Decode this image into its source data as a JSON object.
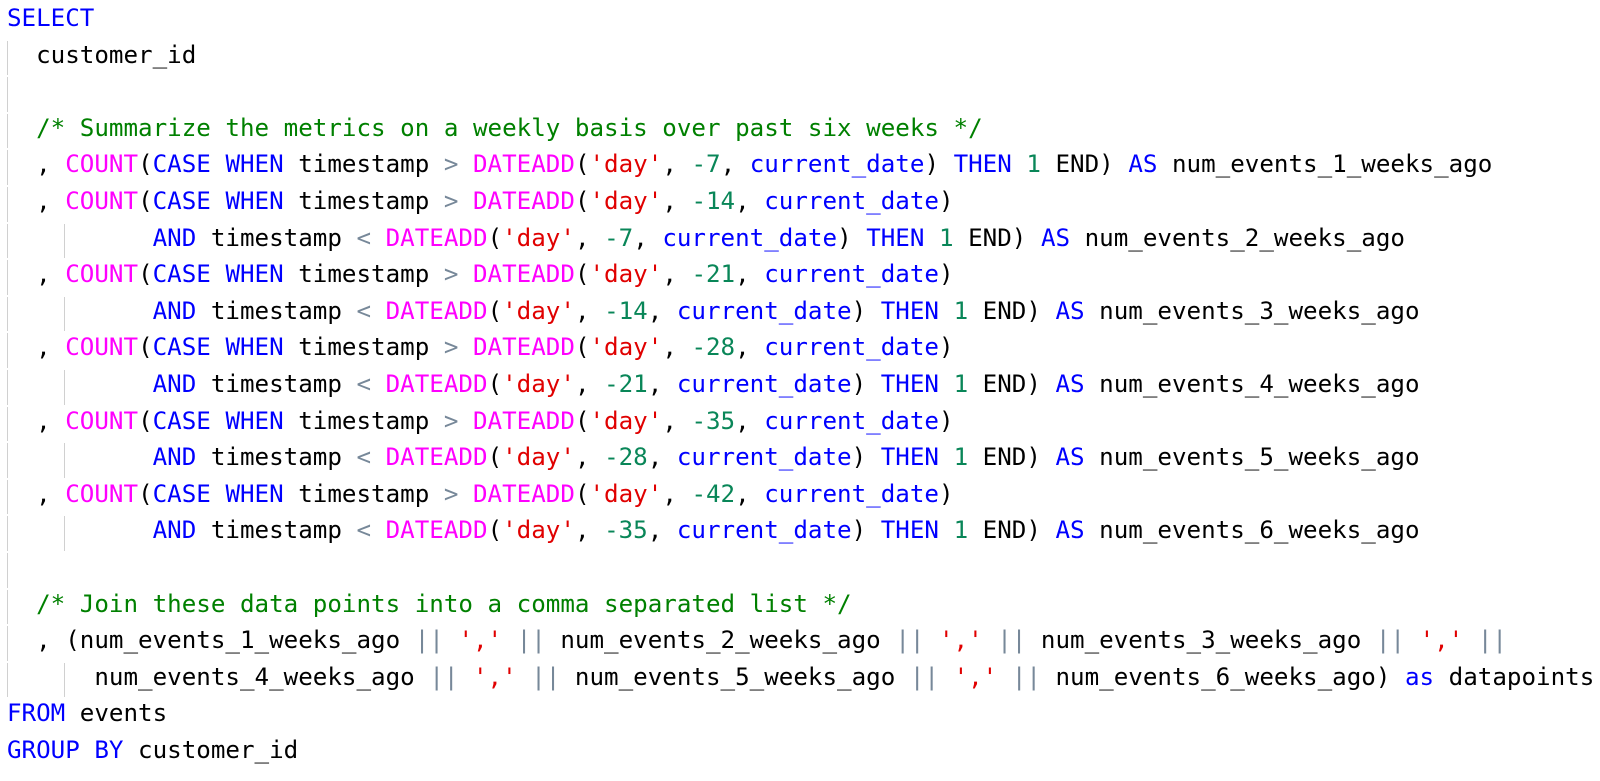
{
  "editor": {
    "language": "sql",
    "colors": {
      "background": "#ffffff",
      "keyword": "#0000ff",
      "function": "#ff00ff",
      "string": "#e00000",
      "number": "#098658",
      "operator": "#778899",
      "comment": "#008000",
      "identifier": "#000000",
      "indent_guide": "#d0d0d0"
    },
    "lines": [
      {
        "guides": [],
        "tokens": [
          [
            "keyword",
            "SELECT"
          ]
        ]
      },
      {
        "guides": [
          1
        ],
        "tokens": [
          [
            "ident",
            "  customer_id"
          ]
        ]
      },
      {
        "guides": [
          1
        ],
        "tokens": []
      },
      {
        "guides": [
          1
        ],
        "tokens": [
          [
            "comment",
            "  /* Summarize the metrics on a weekly basis over past six weeks */"
          ]
        ]
      },
      {
        "guides": [
          1
        ],
        "tokens": [
          [
            "punct",
            "  , "
          ],
          [
            "func",
            "COUNT"
          ],
          [
            "punct",
            "("
          ],
          [
            "keyword",
            "CASE"
          ],
          [
            "punct",
            " "
          ],
          [
            "keyword",
            "WHEN"
          ],
          [
            "ident",
            " timestamp "
          ],
          [
            "op",
            ">"
          ],
          [
            "punct",
            " "
          ],
          [
            "func",
            "DATEADD"
          ],
          [
            "punct",
            "("
          ],
          [
            "string",
            "'day'"
          ],
          [
            "punct",
            ", "
          ],
          [
            "number",
            "-7"
          ],
          [
            "punct",
            ", "
          ],
          [
            "keyword",
            "current_date"
          ],
          [
            "punct",
            ") "
          ],
          [
            "keyword",
            "THEN"
          ],
          [
            "punct",
            " "
          ],
          [
            "number",
            "1"
          ],
          [
            "ident",
            " END) "
          ],
          [
            "keyword",
            "AS"
          ],
          [
            "ident",
            " num_events_1_weeks_ago"
          ]
        ]
      },
      {
        "guides": [
          1
        ],
        "tokens": [
          [
            "punct",
            "  , "
          ],
          [
            "func",
            "COUNT"
          ],
          [
            "punct",
            "("
          ],
          [
            "keyword",
            "CASE"
          ],
          [
            "punct",
            " "
          ],
          [
            "keyword",
            "WHEN"
          ],
          [
            "ident",
            " timestamp "
          ],
          [
            "op",
            ">"
          ],
          [
            "punct",
            " "
          ],
          [
            "func",
            "DATEADD"
          ],
          [
            "punct",
            "("
          ],
          [
            "string",
            "'day'"
          ],
          [
            "punct",
            ", "
          ],
          [
            "number",
            "-14"
          ],
          [
            "punct",
            ", "
          ],
          [
            "keyword",
            "current_date"
          ],
          [
            "punct",
            ")"
          ]
        ]
      },
      {
        "guides": [
          1,
          2
        ],
        "tokens": [
          [
            "punct",
            "          "
          ],
          [
            "keyword",
            "AND"
          ],
          [
            "ident",
            " timestamp "
          ],
          [
            "op",
            "<"
          ],
          [
            "punct",
            " "
          ],
          [
            "func",
            "DATEADD"
          ],
          [
            "punct",
            "("
          ],
          [
            "string",
            "'day'"
          ],
          [
            "punct",
            ", "
          ],
          [
            "number",
            "-7"
          ],
          [
            "punct",
            ", "
          ],
          [
            "keyword",
            "current_date"
          ],
          [
            "punct",
            ") "
          ],
          [
            "keyword",
            "THEN"
          ],
          [
            "punct",
            " "
          ],
          [
            "number",
            "1"
          ],
          [
            "ident",
            " END) "
          ],
          [
            "keyword",
            "AS"
          ],
          [
            "ident",
            " num_events_2_weeks_ago"
          ]
        ]
      },
      {
        "guides": [
          1
        ],
        "tokens": [
          [
            "punct",
            "  , "
          ],
          [
            "func",
            "COUNT"
          ],
          [
            "punct",
            "("
          ],
          [
            "keyword",
            "CASE"
          ],
          [
            "punct",
            " "
          ],
          [
            "keyword",
            "WHEN"
          ],
          [
            "ident",
            " timestamp "
          ],
          [
            "op",
            ">"
          ],
          [
            "punct",
            " "
          ],
          [
            "func",
            "DATEADD"
          ],
          [
            "punct",
            "("
          ],
          [
            "string",
            "'day'"
          ],
          [
            "punct",
            ", "
          ],
          [
            "number",
            "-21"
          ],
          [
            "punct",
            ", "
          ],
          [
            "keyword",
            "current_date"
          ],
          [
            "punct",
            ")"
          ]
        ]
      },
      {
        "guides": [
          1,
          2
        ],
        "tokens": [
          [
            "punct",
            "          "
          ],
          [
            "keyword",
            "AND"
          ],
          [
            "ident",
            " timestamp "
          ],
          [
            "op",
            "<"
          ],
          [
            "punct",
            " "
          ],
          [
            "func",
            "DATEADD"
          ],
          [
            "punct",
            "("
          ],
          [
            "string",
            "'day'"
          ],
          [
            "punct",
            ", "
          ],
          [
            "number",
            "-14"
          ],
          [
            "punct",
            ", "
          ],
          [
            "keyword",
            "current_date"
          ],
          [
            "punct",
            ") "
          ],
          [
            "keyword",
            "THEN"
          ],
          [
            "punct",
            " "
          ],
          [
            "number",
            "1"
          ],
          [
            "ident",
            " END) "
          ],
          [
            "keyword",
            "AS"
          ],
          [
            "ident",
            " num_events_3_weeks_ago"
          ]
        ]
      },
      {
        "guides": [
          1
        ],
        "tokens": [
          [
            "punct",
            "  , "
          ],
          [
            "func",
            "COUNT"
          ],
          [
            "punct",
            "("
          ],
          [
            "keyword",
            "CASE"
          ],
          [
            "punct",
            " "
          ],
          [
            "keyword",
            "WHEN"
          ],
          [
            "ident",
            " timestamp "
          ],
          [
            "op",
            ">"
          ],
          [
            "punct",
            " "
          ],
          [
            "func",
            "DATEADD"
          ],
          [
            "punct",
            "("
          ],
          [
            "string",
            "'day'"
          ],
          [
            "punct",
            ", "
          ],
          [
            "number",
            "-28"
          ],
          [
            "punct",
            ", "
          ],
          [
            "keyword",
            "current_date"
          ],
          [
            "punct",
            ")"
          ]
        ]
      },
      {
        "guides": [
          1,
          2
        ],
        "tokens": [
          [
            "punct",
            "          "
          ],
          [
            "keyword",
            "AND"
          ],
          [
            "ident",
            " timestamp "
          ],
          [
            "op",
            "<"
          ],
          [
            "punct",
            " "
          ],
          [
            "func",
            "DATEADD"
          ],
          [
            "punct",
            "("
          ],
          [
            "string",
            "'day'"
          ],
          [
            "punct",
            ", "
          ],
          [
            "number",
            "-21"
          ],
          [
            "punct",
            ", "
          ],
          [
            "keyword",
            "current_date"
          ],
          [
            "punct",
            ") "
          ],
          [
            "keyword",
            "THEN"
          ],
          [
            "punct",
            " "
          ],
          [
            "number",
            "1"
          ],
          [
            "ident",
            " END) "
          ],
          [
            "keyword",
            "AS"
          ],
          [
            "ident",
            " num_events_4_weeks_ago"
          ]
        ]
      },
      {
        "guides": [
          1
        ],
        "tokens": [
          [
            "punct",
            "  , "
          ],
          [
            "func",
            "COUNT"
          ],
          [
            "punct",
            "("
          ],
          [
            "keyword",
            "CASE"
          ],
          [
            "punct",
            " "
          ],
          [
            "keyword",
            "WHEN"
          ],
          [
            "ident",
            " timestamp "
          ],
          [
            "op",
            ">"
          ],
          [
            "punct",
            " "
          ],
          [
            "func",
            "DATEADD"
          ],
          [
            "punct",
            "("
          ],
          [
            "string",
            "'day'"
          ],
          [
            "punct",
            ", "
          ],
          [
            "number",
            "-35"
          ],
          [
            "punct",
            ", "
          ],
          [
            "keyword",
            "current_date"
          ],
          [
            "punct",
            ")"
          ]
        ]
      },
      {
        "guides": [
          1,
          2
        ],
        "tokens": [
          [
            "punct",
            "          "
          ],
          [
            "keyword",
            "AND"
          ],
          [
            "ident",
            " timestamp "
          ],
          [
            "op",
            "<"
          ],
          [
            "punct",
            " "
          ],
          [
            "func",
            "DATEADD"
          ],
          [
            "punct",
            "("
          ],
          [
            "string",
            "'day'"
          ],
          [
            "punct",
            ", "
          ],
          [
            "number",
            "-28"
          ],
          [
            "punct",
            ", "
          ],
          [
            "keyword",
            "current_date"
          ],
          [
            "punct",
            ") "
          ],
          [
            "keyword",
            "THEN"
          ],
          [
            "punct",
            " "
          ],
          [
            "number",
            "1"
          ],
          [
            "ident",
            " END) "
          ],
          [
            "keyword",
            "AS"
          ],
          [
            "ident",
            " num_events_5_weeks_ago"
          ]
        ]
      },
      {
        "guides": [
          1
        ],
        "tokens": [
          [
            "punct",
            "  , "
          ],
          [
            "func",
            "COUNT"
          ],
          [
            "punct",
            "("
          ],
          [
            "keyword",
            "CASE"
          ],
          [
            "punct",
            " "
          ],
          [
            "keyword",
            "WHEN"
          ],
          [
            "ident",
            " timestamp "
          ],
          [
            "op",
            ">"
          ],
          [
            "punct",
            " "
          ],
          [
            "func",
            "DATEADD"
          ],
          [
            "punct",
            "("
          ],
          [
            "string",
            "'day'"
          ],
          [
            "punct",
            ", "
          ],
          [
            "number",
            "-42"
          ],
          [
            "punct",
            ", "
          ],
          [
            "keyword",
            "current_date"
          ],
          [
            "punct",
            ")"
          ]
        ]
      },
      {
        "guides": [
          1,
          2
        ],
        "tokens": [
          [
            "punct",
            "          "
          ],
          [
            "keyword",
            "AND"
          ],
          [
            "ident",
            " timestamp "
          ],
          [
            "op",
            "<"
          ],
          [
            "punct",
            " "
          ],
          [
            "func",
            "DATEADD"
          ],
          [
            "punct",
            "("
          ],
          [
            "string",
            "'day'"
          ],
          [
            "punct",
            ", "
          ],
          [
            "number",
            "-35"
          ],
          [
            "punct",
            ", "
          ],
          [
            "keyword",
            "current_date"
          ],
          [
            "punct",
            ") "
          ],
          [
            "keyword",
            "THEN"
          ],
          [
            "punct",
            " "
          ],
          [
            "number",
            "1"
          ],
          [
            "ident",
            " END) "
          ],
          [
            "keyword",
            "AS"
          ],
          [
            "ident",
            " num_events_6_weeks_ago"
          ]
        ]
      },
      {
        "guides": [
          1
        ],
        "tokens": []
      },
      {
        "guides": [
          1
        ],
        "tokens": [
          [
            "comment",
            "  /* Join these data points into a comma separated list */"
          ]
        ]
      },
      {
        "guides": [
          1
        ],
        "tokens": [
          [
            "punct",
            "  , "
          ],
          [
            "ident",
            "(num_events_1_weeks_ago "
          ],
          [
            "op",
            "||"
          ],
          [
            "punct",
            " "
          ],
          [
            "string",
            "','"
          ],
          [
            "punct",
            " "
          ],
          [
            "op",
            "||"
          ],
          [
            "ident",
            " num_events_2_weeks_ago "
          ],
          [
            "op",
            "||"
          ],
          [
            "punct",
            " "
          ],
          [
            "string",
            "','"
          ],
          [
            "punct",
            " "
          ],
          [
            "op",
            "||"
          ],
          [
            "ident",
            " num_events_3_weeks_ago "
          ],
          [
            "op",
            "||"
          ],
          [
            "punct",
            " "
          ],
          [
            "string",
            "','"
          ],
          [
            "punct",
            " "
          ],
          [
            "op",
            "||"
          ]
        ]
      },
      {
        "guides": [
          1,
          3
        ],
        "tokens": [
          [
            "punct",
            "      "
          ],
          [
            "ident",
            "num_events_4_weeks_ago "
          ],
          [
            "op",
            "||"
          ],
          [
            "punct",
            " "
          ],
          [
            "string",
            "','"
          ],
          [
            "punct",
            " "
          ],
          [
            "op",
            "||"
          ],
          [
            "ident",
            " num_events_5_weeks_ago "
          ],
          [
            "op",
            "||"
          ],
          [
            "punct",
            " "
          ],
          [
            "string",
            "','"
          ],
          [
            "punct",
            " "
          ],
          [
            "op",
            "||"
          ],
          [
            "ident",
            " num_events_6_weeks_ago) "
          ],
          [
            "keyword",
            "as"
          ],
          [
            "ident",
            " datapoints"
          ]
        ]
      },
      {
        "guides": [],
        "tokens": [
          [
            "keyword",
            "FROM"
          ],
          [
            "ident",
            " events"
          ]
        ]
      },
      {
        "guides": [],
        "tokens": [
          [
            "keyword",
            "GROUP"
          ],
          [
            "punct",
            " "
          ],
          [
            "keyword",
            "BY"
          ],
          [
            "ident",
            " customer_id"
          ]
        ]
      }
    ]
  }
}
